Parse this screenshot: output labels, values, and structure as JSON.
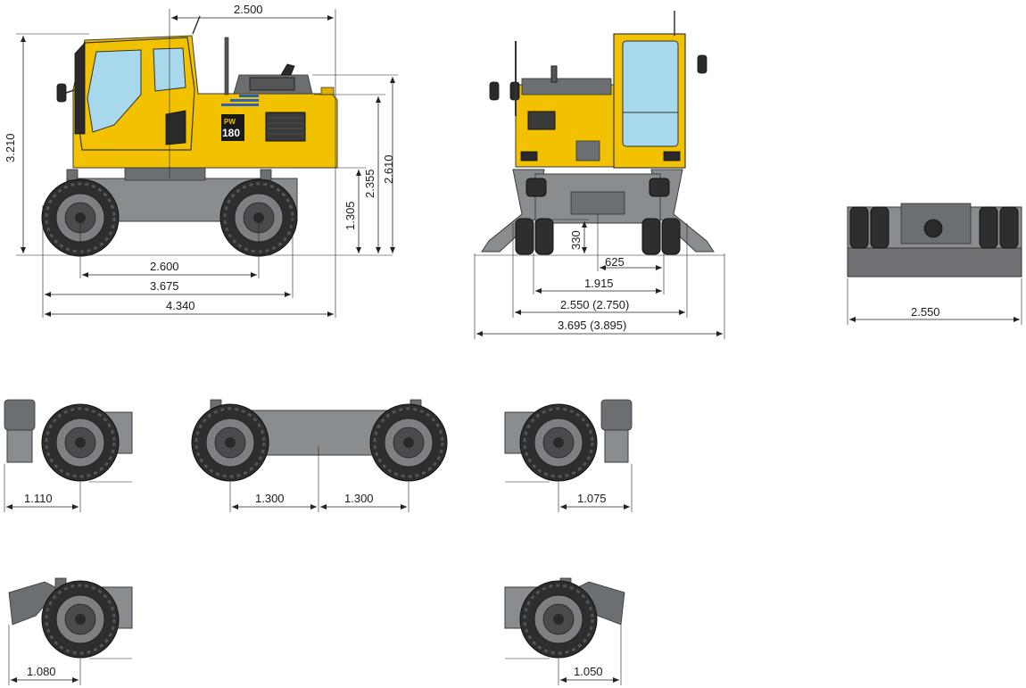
{
  "model_badge": {
    "line1": "PW",
    "line2": "180"
  },
  "dimensions": {
    "side_view": {
      "cab_to_rear": "2.500",
      "total_height": "3.210",
      "height_to_hood": "1.305",
      "height_to_counterweight_top": "2.355",
      "height_to_engine_top": "2.610",
      "wheelbase": "2.600",
      "length_mid": "3.675",
      "total_length": "4.340"
    },
    "rear_view": {
      "ground_clearance": "330",
      "track_half": "625",
      "track": "1.915",
      "width": "2.550 (2.750)",
      "outrigger_width": "3.695 (3.895)"
    },
    "blade_view": {
      "width": "2.550"
    },
    "undercarriage": {
      "front_blade_overhang": "1.110",
      "axle_left_spacing": "1.300",
      "axle_right_spacing": "1.300",
      "rear_blade_overhang": "1.075",
      "front_outrigger_overhang": "1.080",
      "rear_outrigger_overhang": "1.050"
    }
  },
  "colors": {
    "machine_yellow": "#f2c200",
    "chassis_grey": "#8a8d90",
    "glass_blue": "#a8d8ec"
  }
}
